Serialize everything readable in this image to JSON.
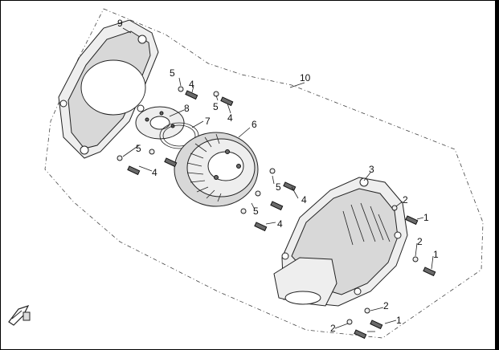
{
  "callouts": {
    "c1a": "1",
    "c1b": "1",
    "c1c": "1",
    "c2a": "2",
    "c2b": "2",
    "c2c": "2",
    "c2d": "2",
    "c3": "3",
    "c4a": "4",
    "c4b": "4",
    "c4c": "4",
    "c4d": "4",
    "c4e": "4",
    "c5a": "5",
    "c5b": "5",
    "c5c": "5",
    "c5d": "5",
    "c5e": "5",
    "c6": "6",
    "c7": "7",
    "c8": "8",
    "c9": "9",
    "c10": "10"
  },
  "icons": {
    "corner": "direction-arrow-icon"
  }
}
